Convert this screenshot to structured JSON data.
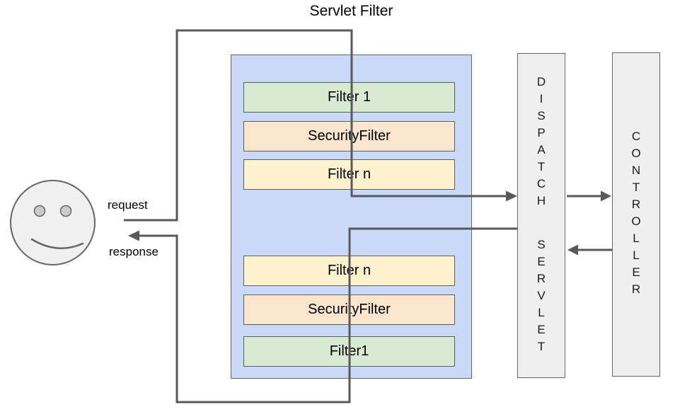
{
  "title": "Servlet Filter",
  "user": {
    "request_label": "request",
    "response_label": "response"
  },
  "filter_chain": {
    "request_side": [
      {
        "label": "Filter 1",
        "color": "#d9ead3"
      },
      {
        "label": "SecurityFilter",
        "color": "#fce5cd"
      },
      {
        "label": "Filter n",
        "color": "#fff2cc"
      }
    ],
    "response_side": [
      {
        "label": "Filter n",
        "color": "#fff2cc"
      },
      {
        "label": "SecurityFilter",
        "color": "#fce5cd"
      },
      {
        "label": "Filter1",
        "color": "#d9ead3"
      }
    ]
  },
  "dispatch_servlet": {
    "label": "DISPATCH SERVLET"
  },
  "controller": {
    "label": "CONTROLLER"
  },
  "colors": {
    "chain_background": "#c9daf8",
    "filter_green": "#d9ead3",
    "filter_orange": "#fce5cd",
    "filter_yellow": "#fff2cc",
    "box_gray": "#efefef",
    "connector_line": "#595959",
    "shape_border": "#666666"
  }
}
